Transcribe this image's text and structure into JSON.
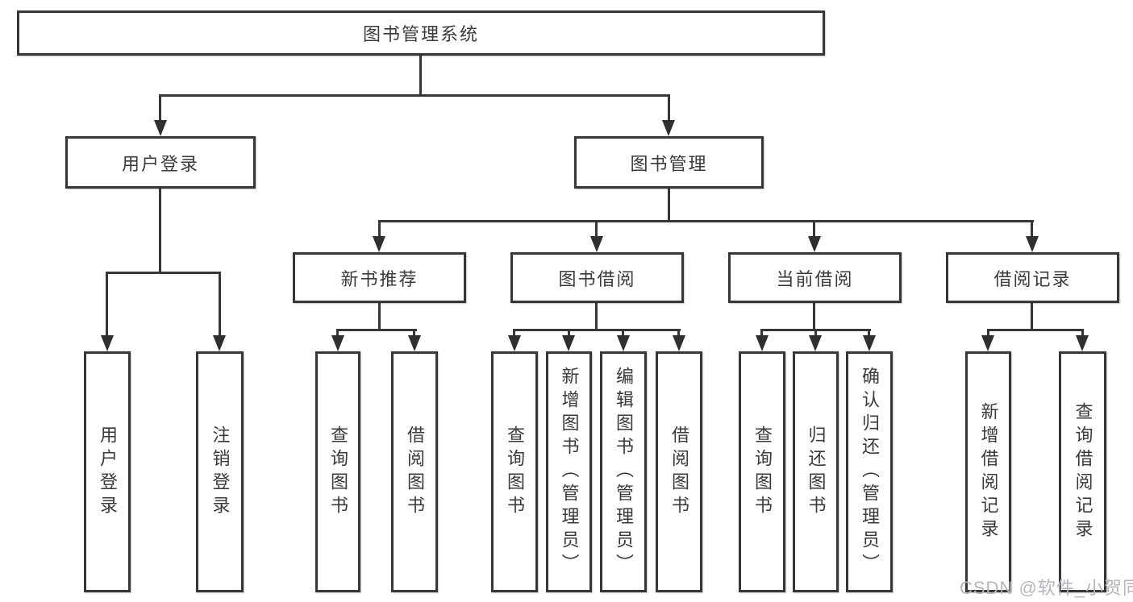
{
  "diagram_title": "图书管理系统",
  "nodes": {
    "root": "图书管理系统",
    "user_login_group": "用户登录",
    "book_mgmt_group": "图书管理",
    "new_book_rec": "新书推荐",
    "book_borrow": "图书借阅",
    "current_borrow": "当前借阅",
    "borrow_records": "借阅记录",
    "user_login": "用户登录",
    "logout": "注销登录",
    "nbr_query_books": "查询图书",
    "nbr_borrow_books": "借阅图书",
    "bb_query_books": "查询图书",
    "bb_add_books_admin": "新增图书（管理员）",
    "bb_edit_books_admin": "编辑图书（管理员）",
    "bb_borrow_books": "借阅图书",
    "cb_query_books": "查询图书",
    "cb_return_books": "归还图书",
    "cb_confirm_return_admin": "确认归还（管理员）",
    "br_add_record": "新增借阅记录",
    "br_query_record": "查询借阅记录"
  },
  "watermark": "CSDN @软件_小贺同学",
  "colors": {
    "line": "#373737",
    "text": "#3a3a3a",
    "box_fill": "#ffffff",
    "watermark": "#b3b7bd"
  }
}
